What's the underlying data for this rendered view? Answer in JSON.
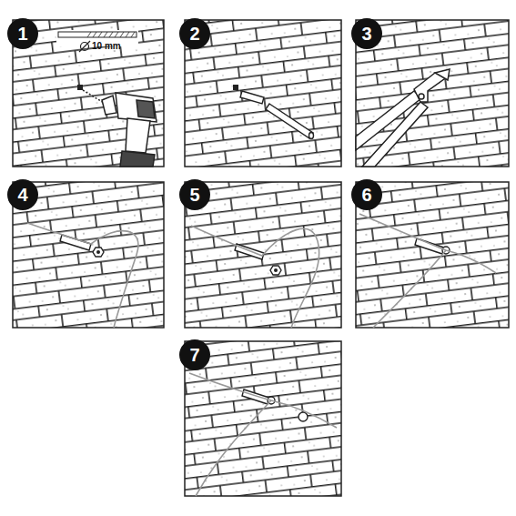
{
  "diagram": {
    "nodes": [
      {
        "text": [
          "1"
        ]
      },
      {
        "text": [
          "2"
        ]
      },
      {
        "text": [
          "3"
        ]
      },
      {
        "text": [
          "4"
        ]
      },
      {
        "text": [
          "5"
        ]
      },
      {
        "text": [
          "6"
        ]
      },
      {
        "text": [
          "7"
        ]
      }
    ],
    "labels": [
      "10 mm"
    ]
  }
}
